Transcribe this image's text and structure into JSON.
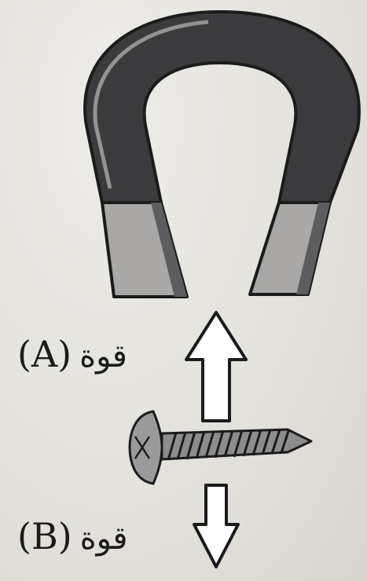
{
  "labels": {
    "force_a": {
      "letter": "(A)",
      "word": "قوة"
    },
    "force_b": {
      "letter": "(B)",
      "word": "قوة"
    }
  },
  "colors": {
    "magnet_body": "#3b3b3d",
    "magnet_pole": "#a9a8a6",
    "magnet_pole_edge": "#5d5d5f",
    "arrow_fill": "#ffffff",
    "outline": "#1b1b1b",
    "screw_fill": "#8c8c8c"
  },
  "icons": {
    "magnet": "horseshoe-magnet-icon",
    "screw": "screw-icon",
    "force_a": "arrow-up-icon",
    "force_b": "arrow-down-icon"
  }
}
